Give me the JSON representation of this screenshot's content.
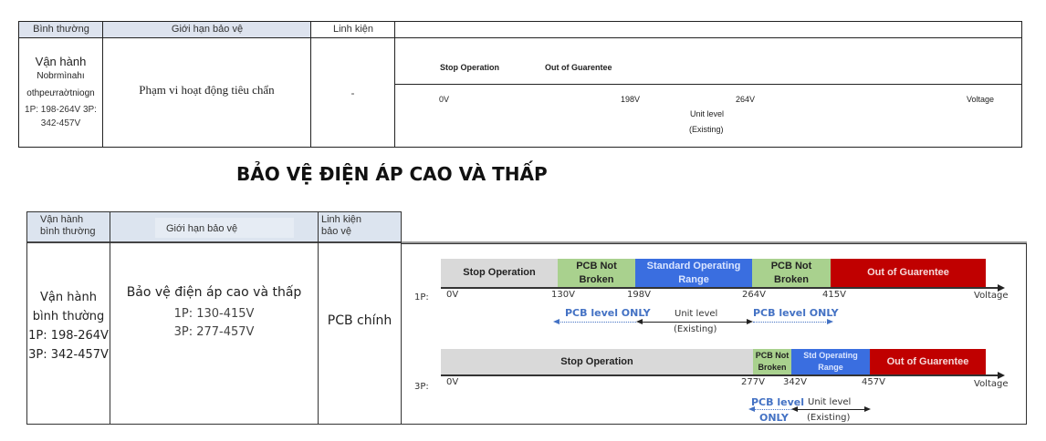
{
  "top_table": {
    "headers": [
      "Bình thường",
      "Giới hạn bảo vệ",
      "Linh kiện",
      ""
    ],
    "col1": {
      "line1": "Vận hành",
      "garbled1": "Nobrmìnahı",
      "garbled2": "othpeưraờtniogn",
      "ranges_line1": "1P: 198-264V 3P:",
      "ranges_line2": "342-457V"
    },
    "col2": "Phạm vi hoạt động tiêu chẩn",
    "col3": "-",
    "col4": {
      "legend": [
        "Stop Operation",
        "Out of Guarentee"
      ],
      "ticks": [
        "0V",
        "198V",
        "264V"
      ],
      "axis_label": "Voltage",
      "unit_level": "Unit level",
      "existing": "(Existing)"
    }
  },
  "heading": "BẢO VỆ ĐIỆN ÁP CAO VÀ THẤP",
  "bottom_table": {
    "headers": {
      "col1": [
        "Vận hành",
        "bình thường"
      ],
      "col2": "Giới hạn bảo vệ",
      "col3": [
        "Linh kiện",
        "bảo vệ"
      ]
    },
    "col1": {
      "line1": "Vận hành",
      "line2": "bình thường",
      "range_1p": "1P: 198-264V",
      "range_3p": "3P: 342-457V"
    },
    "col2": {
      "title": "Bảo vệ điện áp cao và thấp",
      "range_1p": "1P: 130-415V",
      "range_3p": "3P: 277-457V"
    },
    "col3": "PCB chính"
  },
  "colors": {
    "stop": "#d9d9d9",
    "pcb_not_broken": "#a9d18e",
    "standard": "#3a6ee0",
    "out_of_guarantee": "#c00000",
    "pcb_level_text": "#4472c4"
  },
  "chart_data": [
    {
      "type": "bar",
      "title": "1P",
      "xlabel": "Voltage",
      "ticks": [
        "0V",
        "130V",
        "198V",
        "264V",
        "415V"
      ],
      "segments": [
        {
          "label": "Stop Operation",
          "from": 0,
          "to": 130,
          "color": "#d9d9d9"
        },
        {
          "label": "PCB Not Broken",
          "from": 130,
          "to": 198,
          "color": "#a9d18e"
        },
        {
          "label": "Standard Operating Range",
          "from": 198,
          "to": 264,
          "color": "#3a6ee0"
        },
        {
          "label": "PCB Not Broken",
          "from": 264,
          "to": 415,
          "color": "#a9d18e"
        },
        {
          "label": "Out of Guarentee",
          "from": 415,
          "to": null,
          "color": "#c00000"
        }
      ],
      "annotations": [
        {
          "label": "PCB level ONLY",
          "from": 198,
          "to": 130,
          "style": "dotted-blue"
        },
        {
          "label": "Unit level (Existing)",
          "from": 198,
          "to": 264,
          "style": "solid-black"
        },
        {
          "label": "PCB level ONLY",
          "from": 264,
          "to": 415,
          "style": "dotted-blue"
        }
      ]
    },
    {
      "type": "bar",
      "title": "3P",
      "xlabel": "Voltage",
      "ticks": [
        "0V",
        "277V",
        "342V",
        "457V"
      ],
      "segments": [
        {
          "label": "Stop Operation",
          "from": 0,
          "to": 277,
          "color": "#d9d9d9"
        },
        {
          "label": "PCB Not Broken",
          "from": 277,
          "to": 342,
          "color": "#a9d18e"
        },
        {
          "label": "Std Operating Range",
          "from": 342,
          "to": 457,
          "color": "#3a6ee0"
        },
        {
          "label": "Out of Guarentee",
          "from": 457,
          "to": null,
          "color": "#c00000"
        }
      ],
      "annotations": [
        {
          "label": "PCB level ONLY",
          "from": 342,
          "to": 277,
          "style": "dotted-blue"
        },
        {
          "label": "Unit level (Existing)",
          "from": 342,
          "to": 457,
          "style": "solid-black"
        }
      ]
    }
  ],
  "chart_labels": {
    "phase_1p": "1P:",
    "phase_3p": "3P:",
    "voltage": "Voltage",
    "stop": "Stop Operation",
    "pcb_not": "PCB Not",
    "broken": "Broken",
    "standard_1": "Standard Operating",
    "range": "Range",
    "std_1": "Std Operating",
    "oog": "Out of Guarentee",
    "pcb_level_only": "PCB level ONLY",
    "pcb_level": "PCB level",
    "only": "ONLY",
    "unit_level": "Unit level",
    "existing": "(Existing)",
    "t_0": "0V",
    "t_130": "130V",
    "t_198": "198V",
    "t_264": "264V",
    "t_415": "415V",
    "t_277": "277V",
    "t_342": "342V",
    "t_457": "457V"
  }
}
